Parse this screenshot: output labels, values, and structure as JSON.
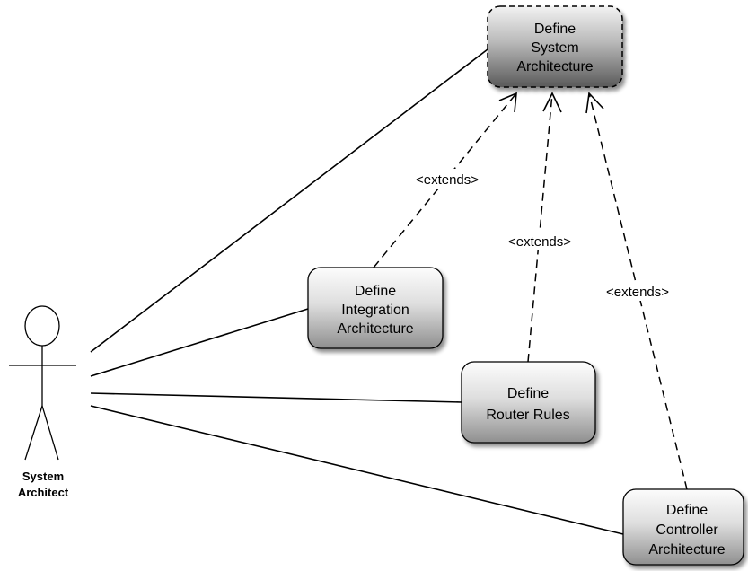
{
  "actor": {
    "name_line1": "System",
    "name_line2": "Architect"
  },
  "use_cases": {
    "system": {
      "lines": [
        "Define",
        "System",
        "Architecture"
      ],
      "abstract": true
    },
    "integration": {
      "lines": [
        "Define",
        "Integration",
        "Architecture"
      ]
    },
    "router": {
      "lines": [
        "Define",
        "Router Rules"
      ]
    },
    "controller": {
      "lines": [
        "Define",
        "Controller",
        "Architecture"
      ]
    }
  },
  "relations": {
    "extends_label": "<extends>"
  },
  "colors": {
    "box_top": "#fafafa",
    "box_mid": "#cfcfcf",
    "box_bottom": "#8a8a8a",
    "abstract_top": "#eeeeee",
    "abstract_bottom": "#595959"
  }
}
